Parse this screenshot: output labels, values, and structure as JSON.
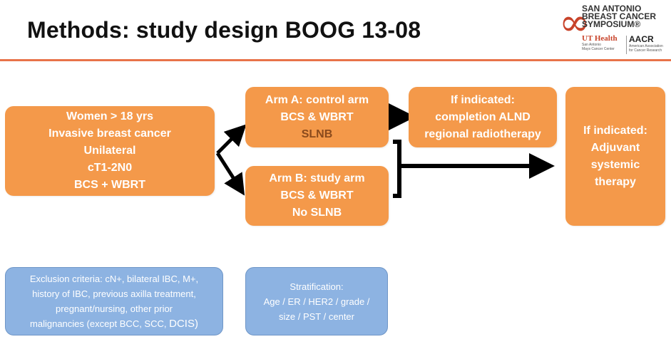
{
  "header": {
    "title": "Methods: study design BOOG 13-08",
    "logo": {
      "name_lines": [
        "SAN ANTONIO",
        "BREAST CANCER",
        "SYMPOSIUM®"
      ],
      "uth_name": "UT Health",
      "uth_sub_lines": [
        "San Antonio",
        "Mays Cancer Center"
      ],
      "aacr_name": "AACR",
      "aacr_sub_lines": [
        "American Association",
        "for Cancer Research"
      ]
    }
  },
  "diagram": {
    "population": {
      "lines": [
        "Women > 18 yrs",
        "Invasive breast cancer",
        "Unilateral",
        "cT1-2N0",
        "BCS + WBRT"
      ]
    },
    "arm_a": {
      "lines": [
        "Arm A: control arm",
        "BCS & WBRT"
      ],
      "highlight": "SLNB"
    },
    "arm_b": {
      "lines": [
        "Arm B: study arm",
        "BCS & WBRT",
        "No SLNB"
      ]
    },
    "completion": {
      "lines": [
        "If indicated:",
        "completion ALND",
        "regional radiotherapy"
      ]
    },
    "adjuvant": {
      "lines": [
        "If indicated:",
        "Adjuvant",
        "systemic",
        "therapy"
      ]
    },
    "exclusion": {
      "lines": [
        "Exclusion criteria: cN+, bilateral IBC, M+,",
        "history of IBC, previous axilla treatment,",
        "pregnant/nursing, other prior",
        "malignancies (except BCC, SCC, "
      ],
      "last_big": "DCIS)"
    },
    "stratification": {
      "lines": [
        "Stratification:",
        "Age / ER / HER2 / grade /",
        "size / PST / center"
      ]
    },
    "colors": {
      "box_fill": "#f4994a",
      "highlight_text": "#8a4a1c",
      "blue_fill": "#8db3e2",
      "rule": "#e8734a",
      "arrow": "#000000"
    }
  }
}
